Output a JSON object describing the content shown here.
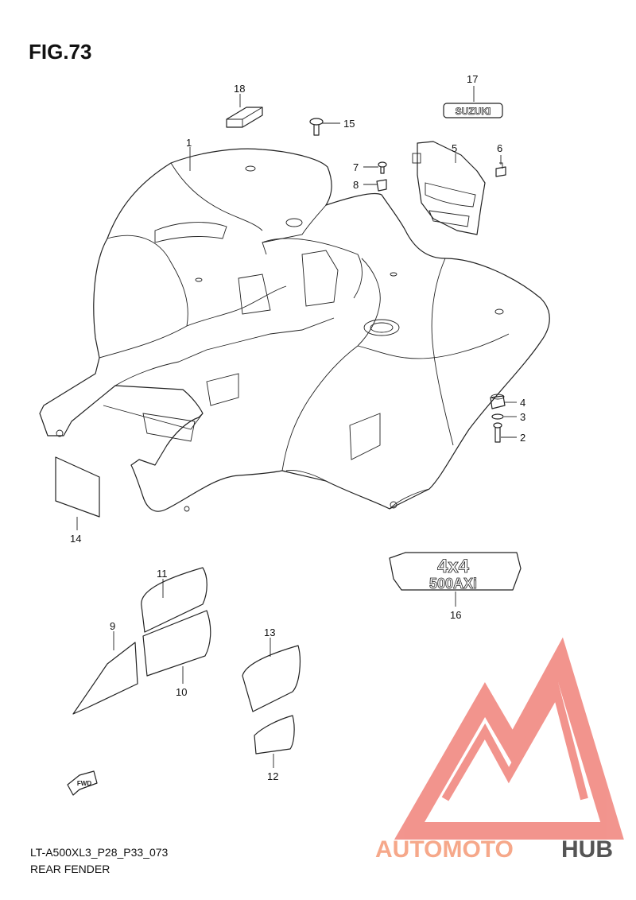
{
  "figure": {
    "title": "FIG.73",
    "footer_code": "LT-A500XL3_P28_P33_073",
    "footer_name": "REAR FENDER"
  },
  "callouts": [
    {
      "id": "1",
      "label": "1"
    },
    {
      "id": "2",
      "label": "2"
    },
    {
      "id": "3",
      "label": "3"
    },
    {
      "id": "4",
      "label": "4"
    },
    {
      "id": "5",
      "label": "5"
    },
    {
      "id": "6",
      "label": "6"
    },
    {
      "id": "7",
      "label": "7"
    },
    {
      "id": "8",
      "label": "8"
    },
    {
      "id": "9",
      "label": "9"
    },
    {
      "id": "10",
      "label": "10"
    },
    {
      "id": "11",
      "label": "11"
    },
    {
      "id": "12",
      "label": "12"
    },
    {
      "id": "13",
      "label": "13"
    },
    {
      "id": "14",
      "label": "14"
    },
    {
      "id": "15",
      "label": "15"
    },
    {
      "id": "16",
      "label": "16"
    },
    {
      "id": "17",
      "label": "17"
    },
    {
      "id": "18",
      "label": "18"
    }
  ],
  "decals": {
    "emblem_17": "SUZUKI",
    "emblem_16_top": "4x4",
    "emblem_16_bottom": "500AXi",
    "fwd_arrow": "FWD"
  },
  "watermark": {
    "text_part1": "AUTOMOTO",
    "text_part2": "HUB",
    "color_part1": "#f6a88a",
    "color_part2": "#555555",
    "logo_color": "#f0827a"
  }
}
